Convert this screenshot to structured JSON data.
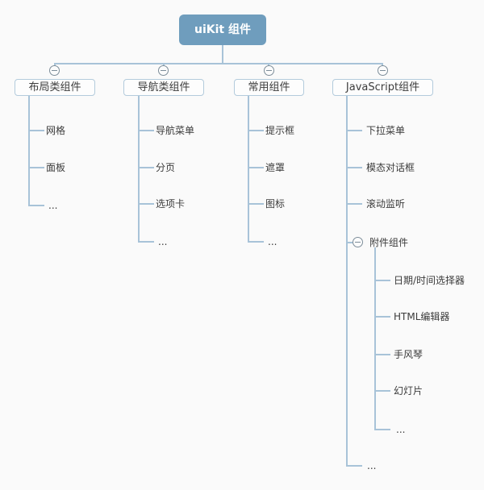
{
  "colors": {
    "background": "#fafafa",
    "root_bg": "#6f9dbd",
    "root_text": "#ffffff",
    "node_bg": "#fdfdfd",
    "node_border": "#b3cbdc",
    "connector": "#a8c3d8",
    "collapse_icon": "#7d8d99",
    "leaf_text": "#3b3b3b"
  },
  "icons": {
    "collapse": "minus-circle"
  },
  "tree": {
    "root": {
      "label": "uiKit 组件"
    },
    "branches": [
      {
        "label": "布局类组件",
        "children": [
          {
            "label": "网格"
          },
          {
            "label": "面板"
          },
          {
            "label": "..."
          }
        ]
      },
      {
        "label": "导航类组件",
        "children": [
          {
            "label": "导航菜单"
          },
          {
            "label": "分页"
          },
          {
            "label": "选项卡"
          },
          {
            "label": "..."
          }
        ]
      },
      {
        "label": "常用组件",
        "children": [
          {
            "label": "提示框"
          },
          {
            "label": "遮罩"
          },
          {
            "label": "图标"
          },
          {
            "label": "..."
          }
        ]
      },
      {
        "label": "JavaScript组件",
        "children": [
          {
            "label": "下拉菜单"
          },
          {
            "label": "模态对话框"
          },
          {
            "label": "滚动监听"
          },
          {
            "label": "附件组件",
            "children": [
              {
                "label": "日期/时间选择器"
              },
              {
                "label": "HTML编辑器"
              },
              {
                "label": "手风琴"
              },
              {
                "label": "幻灯片"
              },
              {
                "label": "..."
              }
            ]
          },
          {
            "label": "..."
          }
        ]
      }
    ]
  }
}
